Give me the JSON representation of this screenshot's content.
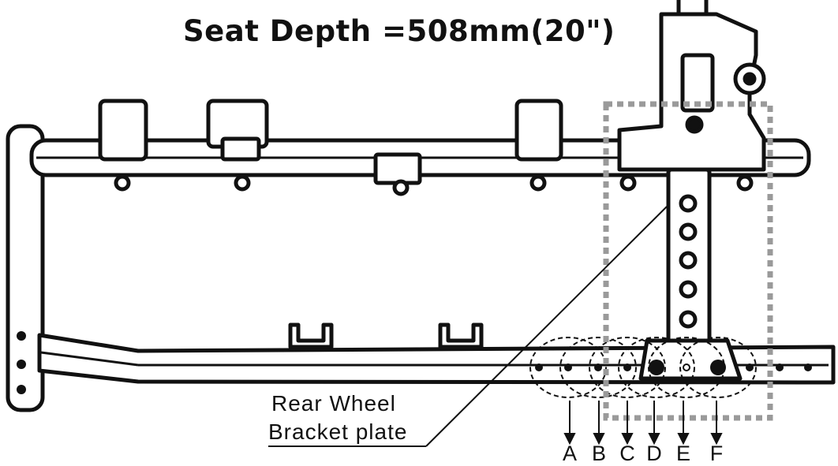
{
  "title": "Seat Depth =508mm(20\")",
  "callout": {
    "line1": "Rear   Wheel",
    "line2": "Bracket plate"
  },
  "positions": [
    "A",
    "B",
    "C",
    "D",
    "E",
    "F"
  ],
  "colors": {
    "stroke": "#111111",
    "highlight_box": "#9a9a9a",
    "fill": "#ffffff"
  }
}
